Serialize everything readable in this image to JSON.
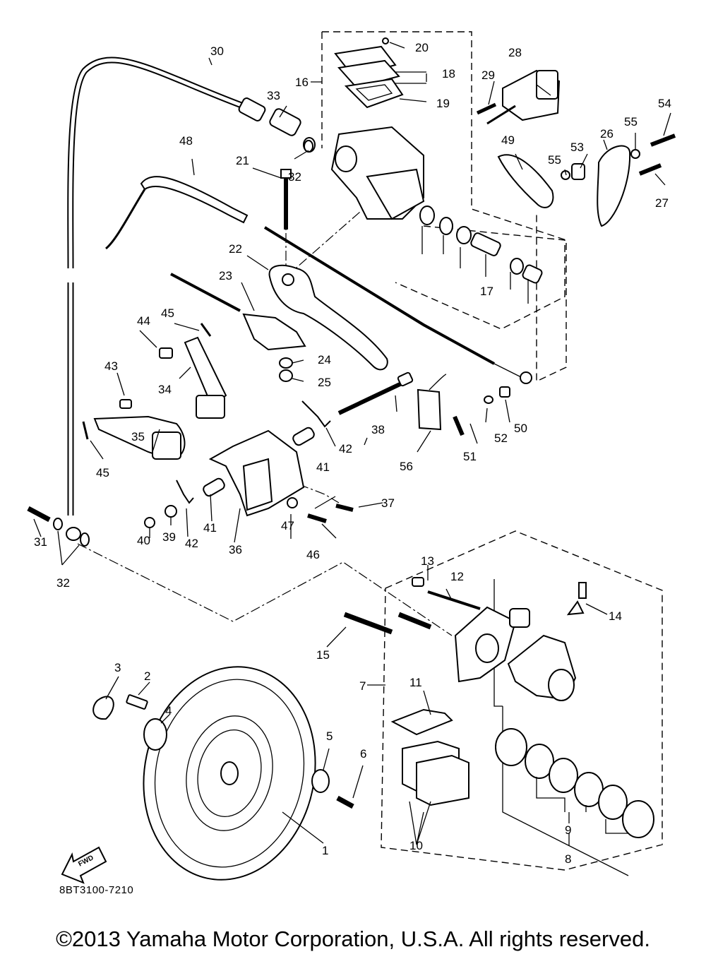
{
  "diagram": {
    "drawing_code": "8BT3100-7210",
    "fwd_label": "FWD",
    "callouts": [
      "1",
      "2",
      "3",
      "4",
      "5",
      "6",
      "7",
      "8",
      "9",
      "10",
      "11",
      "12",
      "13",
      "14",
      "15",
      "16",
      "17",
      "18",
      "19",
      "20",
      "21",
      "22",
      "23",
      "24",
      "25",
      "26",
      "27",
      "28",
      "29",
      "30",
      "31",
      "32",
      "32",
      "32",
      "33",
      "34",
      "35",
      "36",
      "37",
      "38",
      "39",
      "40",
      "41",
      "41",
      "42",
      "42",
      "43",
      "44",
      "45",
      "45",
      "46",
      "47",
      "48",
      "49",
      "50",
      "51",
      "52",
      "53",
      "54",
      "55",
      "55",
      "56"
    ]
  },
  "footer": {
    "copyright": "©2013 Yamaha Motor Corporation, U.S.A. All rights reserved."
  }
}
